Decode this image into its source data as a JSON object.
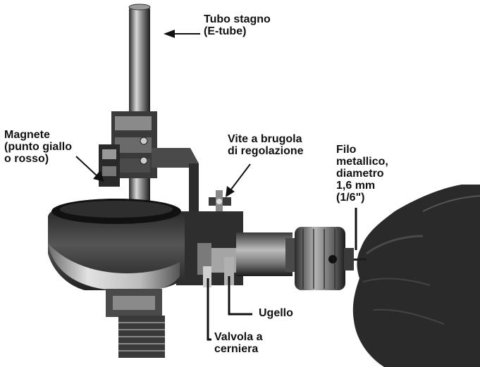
{
  "labels": {
    "tube": "Tubo stagno\n(E-tube)",
    "magnet": "Magnete\n(punto giallo\no rosso)",
    "screw": "Vite a brugola\ndi regolazione",
    "wire": "Filo\nmetallico,\ndiametro\n1,6 mm\n(1/6\")",
    "nozzle": "Ugello",
    "valve": "Valvola a\ncerniera"
  },
  "colors": {
    "background": "#ffffff",
    "text": "#111111",
    "metal_dark": "#1e1e1e",
    "metal_mid": "#6b6b6b",
    "metal_light": "#cfcfcf",
    "glove": "#2a2a2a"
  }
}
